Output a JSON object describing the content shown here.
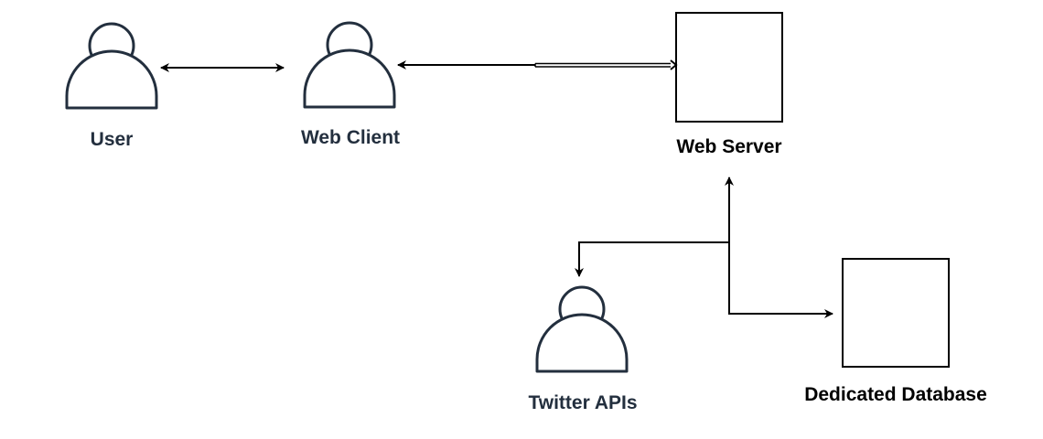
{
  "nodes": {
    "user": {
      "label": "User",
      "icon": "person-icon"
    },
    "web_client": {
      "label": "Web Client",
      "icon": "person-icon"
    },
    "web_server": {
      "label": "Web Server",
      "icon": "box"
    },
    "twitter_apis": {
      "label": "Twitter APIs",
      "icon": "person-icon"
    },
    "dedicated_database": {
      "label": "Dedicated Database",
      "icon": "box"
    }
  },
  "edges": [
    {
      "from": "User",
      "to": "Web Client",
      "direction": "both"
    },
    {
      "from": "Web Client",
      "to": "Web Server",
      "direction": "both"
    },
    {
      "from": "Web Server",
      "to": "Twitter APIs",
      "direction": "both"
    },
    {
      "from": "Web Server",
      "to": "Dedicated Database",
      "direction": "both"
    }
  ],
  "colors": {
    "actor_stroke": "#232f3e",
    "line": "#000000",
    "background": "#ffffff"
  }
}
